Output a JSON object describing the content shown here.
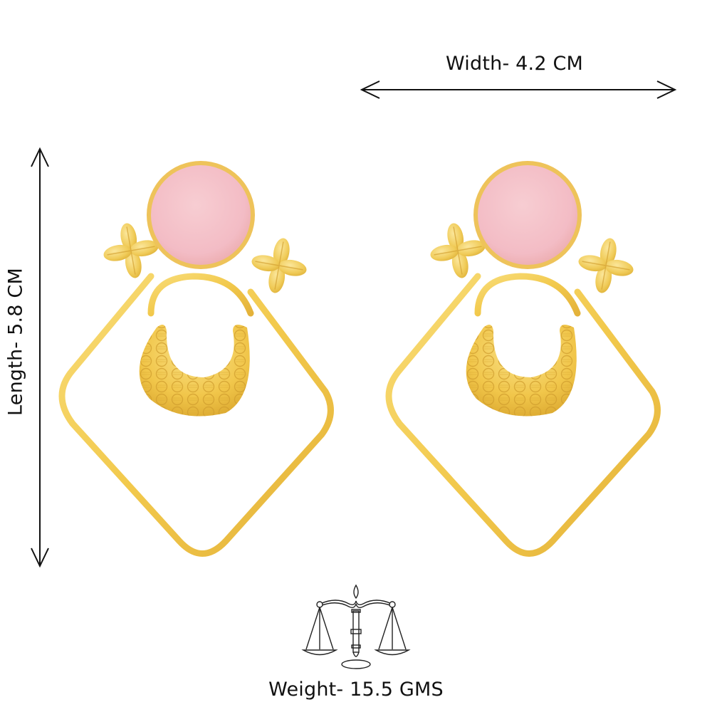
{
  "dimensions": {
    "width_label": "Width- 4.2 CM",
    "length_label": "Length- 5.8 CM",
    "weight_label": "Weight- 15.5 GMS"
  },
  "icons": {
    "width_arrow": "double-headed-horizontal-arrow",
    "length_arrow": "double-headed-vertical-arrow",
    "weight_icon": "balance-scale-icon"
  },
  "product": {
    "items": [
      {
        "name": "earring-left",
        "stone_color": "#f4bfc6",
        "metal_color": "#f0c94a"
      },
      {
        "name": "earring-right",
        "stone_color": "#f4bfc6",
        "metal_color": "#f0c94a"
      }
    ]
  },
  "colors": {
    "background": "#ffffff",
    "text": "#111111",
    "gold_light": "#f7dc7a",
    "gold_mid": "#f0c94a",
    "gold_dark": "#d9a930",
    "stone_pink": "#f4c2c9",
    "stone_edge": "#f0a58a"
  }
}
